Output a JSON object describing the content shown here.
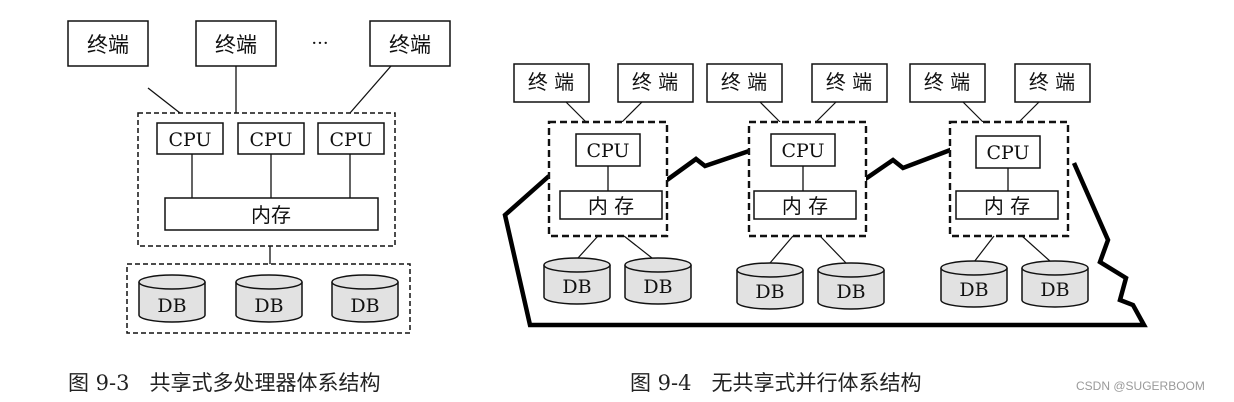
{
  "figure_left": {
    "terminal_label": "终端",
    "ellipsis": "···",
    "cpu_label": "CPU",
    "memory_label": "内存",
    "db_label": "DB",
    "caption_number": "图 9-3",
    "caption_title": "共享式多处理器体系结构"
  },
  "figure_right": {
    "terminal_label": "终 端",
    "cpu_label": "CPU",
    "memory_label": "内 存",
    "db_label": "DB",
    "caption_number": "图 9-4",
    "caption_title": "无共享式并行体系结构"
  },
  "watermark": "CSDN @SUGERBOOM"
}
